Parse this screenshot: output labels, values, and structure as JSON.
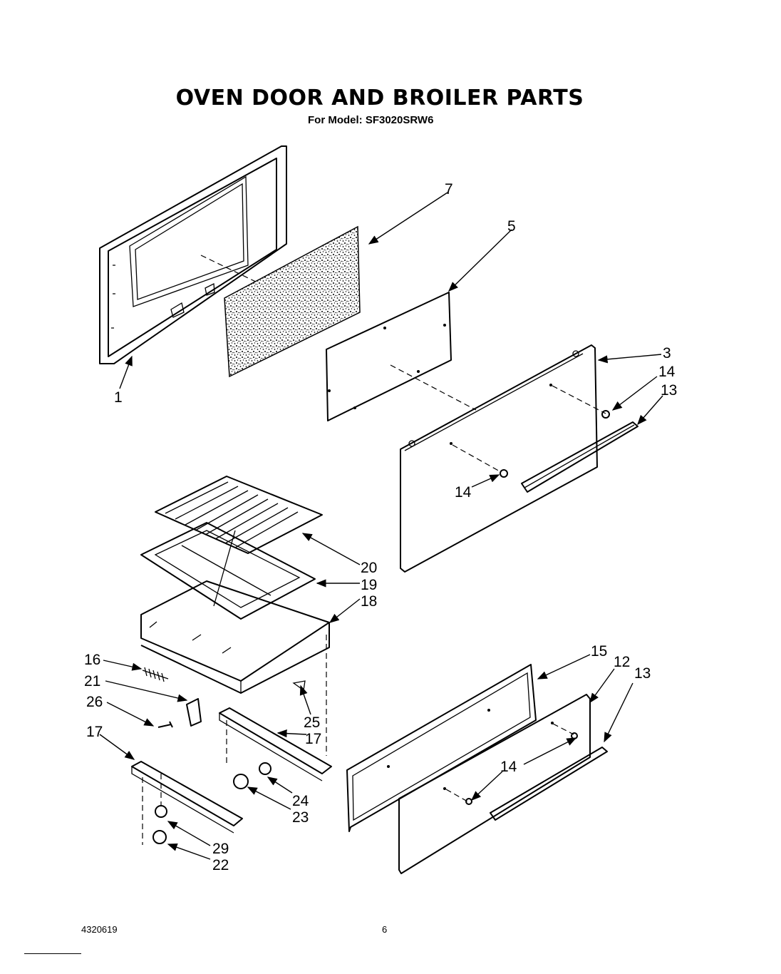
{
  "header": {
    "title": "OVEN DOOR AND BROILER PARTS",
    "subtitle": "For Model: SF3020SRW6"
  },
  "footer": {
    "doc_number": "4320619",
    "page_number": "6"
  },
  "callouts": {
    "n1": "1",
    "n3": "3",
    "n5": "5",
    "n7": "7",
    "n14a": "14",
    "n13a": "13",
    "n14b": "14",
    "n20": "20",
    "n19": "19",
    "n18": "18",
    "n16": "16",
    "n21": "21",
    "n26": "26",
    "n25": "25",
    "n17a": "17",
    "n17b": "17",
    "n24": "24",
    "n23": "23",
    "n29": "29",
    "n22": "22",
    "n15": "15",
    "n12": "12",
    "n13b": "13",
    "n14c": "14"
  }
}
